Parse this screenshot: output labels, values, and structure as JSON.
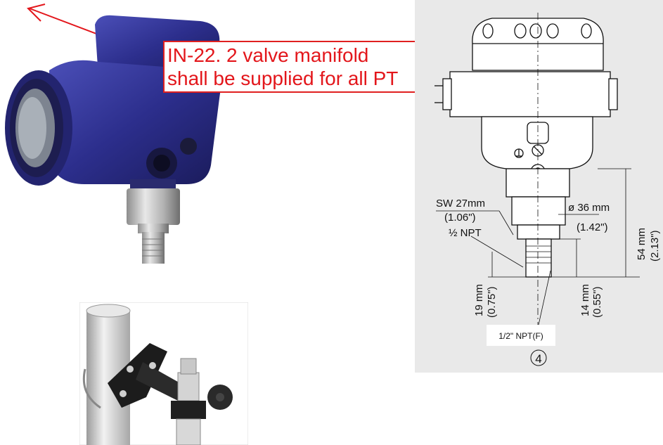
{
  "callout": {
    "line1": "IN-22. 2 valve manifold",
    "line2": "shall be supplied for all PT",
    "color": "#e3161b"
  },
  "drawing": {
    "background": "#e9e9e9",
    "labels": {
      "sw": "SW 27mm",
      "sw_in": "(1.06\")",
      "npt_half": "½ NPT",
      "dia": "ø 36 mm",
      "dia_in": "(1.42\")",
      "h54": "54 mm",
      "h54_in": "(2.13\")",
      "h19": "19 mm",
      "h19_in": "(0.75\")",
      "h14": "14 mm",
      "h14_in": "(0.55\")",
      "npt_f": "1/2\" NPT(F)",
      "figure_number": "4"
    }
  },
  "colors": {
    "housing_blue": "#2c2e8c",
    "arrow_red": "#e3161b"
  }
}
